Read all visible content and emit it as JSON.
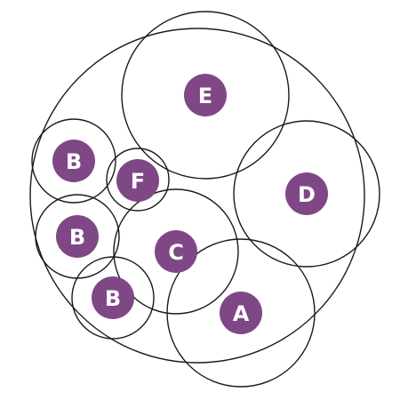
{
  "diagram": {
    "colors": {
      "badge_fill": "#7f4786",
      "badge_text": "#ffffff",
      "outline": "#1a1a1a",
      "background": "#ffffff"
    },
    "labels": [
      "E",
      "B",
      "F",
      "D",
      "B",
      "C",
      "B",
      "A"
    ]
  }
}
